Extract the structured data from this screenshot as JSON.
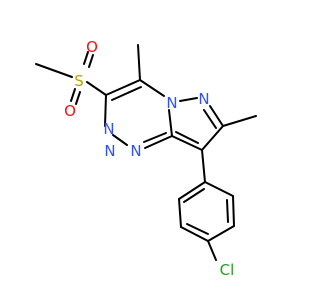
{
  "molecule": {
    "atoms": {
      "sulfur": {
        "symbol": "S",
        "color": "#B8A200"
      },
      "oxygen_top": {
        "symbol": "O",
        "color": "#FF0D0D"
      },
      "oxygen_bottom": {
        "symbol": "O",
        "color": "#FF0D0D"
      },
      "n_bridge": {
        "symbol": "N",
        "color": "#3050F8"
      },
      "n_pyrazole": {
        "symbol": "N",
        "color": "#3050F8"
      },
      "n_triazine_a": {
        "symbol": "N",
        "color": "#3050F8"
      },
      "n_triazine_b": {
        "symbol": "N",
        "color": "#3050F8"
      },
      "n_triazine_c": {
        "symbol": "N",
        "color": "#3050F8"
      },
      "chlorine": {
        "symbol": "Cl",
        "color": "#1FA01F"
      }
    },
    "bond_color": "#000000",
    "background": "#FFFFFF"
  }
}
